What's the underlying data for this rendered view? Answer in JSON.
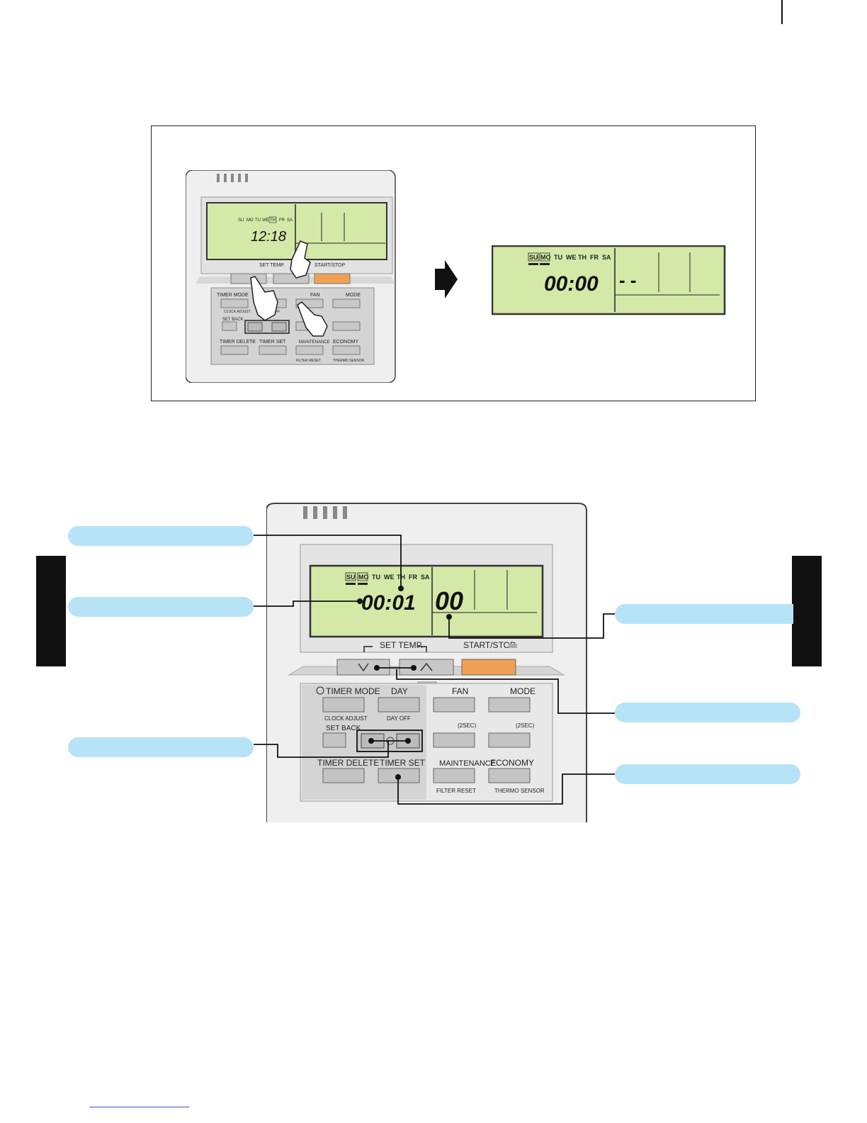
{
  "remote": {
    "days": [
      "SU",
      "MO",
      "TU",
      "WE",
      "TH",
      "FR",
      "SA"
    ],
    "set_temp_label": "SET TEMP.",
    "start_stop_label": "START/STOP",
    "timer_mode_label": "TIMER MODE",
    "day_label": "DAY",
    "fan_label": "FAN",
    "mode_label": "MODE",
    "clock_adjust_label": "CLOCK ADJUST",
    "day_off_label": "DAY OFF",
    "set_back_label": "SET BACK",
    "two_sec_label": "(2SEC)",
    "timer_delete_label": "TIMER DELETE",
    "timer_set_label": "TIMER SET",
    "maintenance_label": "MAINTENANCE",
    "economy_label": "ECONOMY",
    "filter_reset_label": "FILTER RESET",
    "thermo_sensor_label": "THERMO SENSOR"
  },
  "top_figure": {
    "small_remote_time": "12:18",
    "result_display_time": "00:00",
    "result_display_value": "- -"
  },
  "bottom_figure": {
    "display_time": "00:01",
    "display_value": "00"
  },
  "colors": {
    "lcd_green": "#d4e8a8",
    "callout_blue": "#b7e3f6",
    "start_orange": "#f0a055",
    "body_grey": "#e6e6e6"
  }
}
